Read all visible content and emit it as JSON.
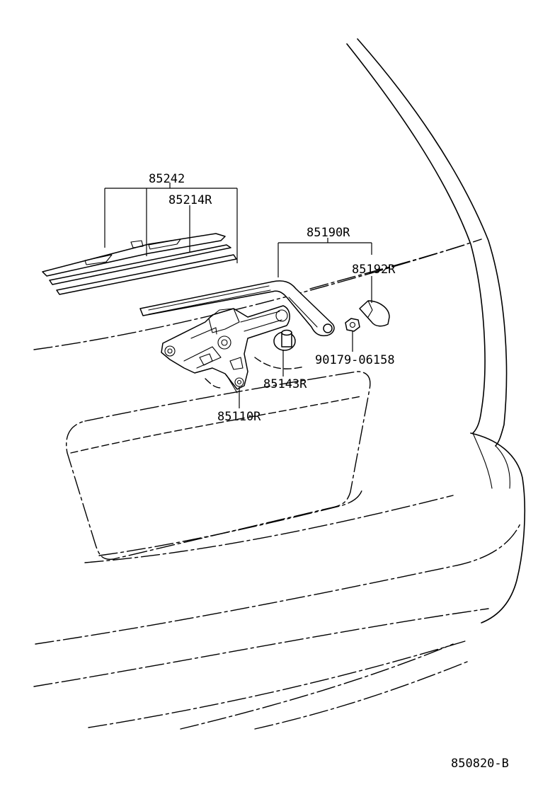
{
  "diagram": {
    "reference_code": "850820-B",
    "parts": [
      {
        "id": "blade_assembly",
        "number": "85242"
      },
      {
        "id": "blade_rubber",
        "number": "85214R"
      },
      {
        "id": "wiper_arm",
        "number": "85190R"
      },
      {
        "id": "arm_head_cap",
        "number": "85192R"
      },
      {
        "id": "nut",
        "number": "90179-06158"
      },
      {
        "id": "pivot_grommet",
        "number": "85143R"
      },
      {
        "id": "wiper_motor",
        "number": "85110R"
      }
    ]
  }
}
